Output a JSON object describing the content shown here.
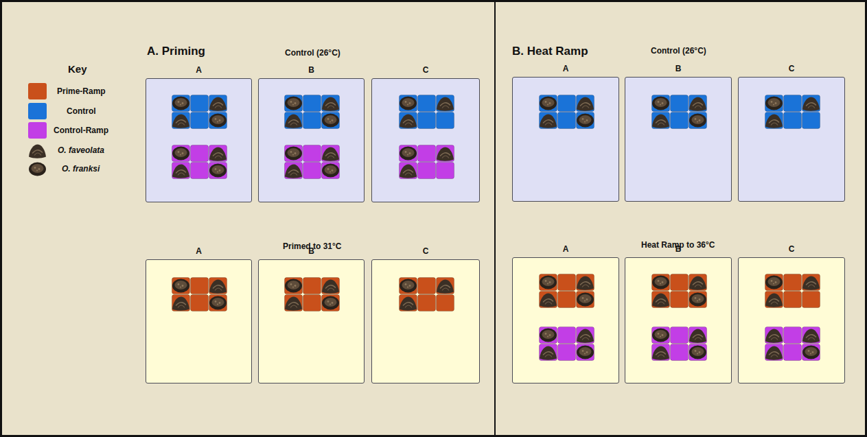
{
  "diagram": {
    "nodes": [
      {
        "text": [
          "A. Priming"
        ]
      },
      {
        "text": [
          "A"
        ],
        "in": 0
      },
      {
        "text": [
          "B"
        ],
        "in": 0
      },
      {
        "text": [
          "C"
        ],
        "in": 0
      },
      {
        "text": [
          "A"
        ],
        "in": 0
      },
      {
        "text": [
          "B"
        ],
        "in": 0
      },
      {
        "text": [
          "C"
        ],
        "in": 0
      },
      {
        "text": [
          "B. Heat Ramp"
        ]
      },
      {
        "text": [
          "A"
        ],
        "in": 7
      },
      {
        "text": [
          "B"
        ],
        "in": 7
      },
      {
        "text": [
          "C"
        ],
        "in": 7
      },
      {
        "text": [
          "A"
        ],
        "in": 7
      },
      {
        "text": [
          "B"
        ],
        "in": 7
      },
      {
        "text": [
          "C"
        ],
        "in": 7
      }
    ],
    "labels": [
      "Key",
      "Control (26°C)",
      "Primed to 31°C",
      "Control (26°C)",
      "Heat Ramp to 36°C"
    ],
    "legend": [
      {
        "text": "Prime-Ramp",
        "color": "#c9501b"
      },
      {
        "text": "Control",
        "color": "#1a73d8"
      },
      {
        "text": "Control-Ramp",
        "color": "#c23ee6"
      },
      {
        "text": "O. faveolata"
      },
      {
        "text": "O. franksi"
      }
    ]
  }
}
